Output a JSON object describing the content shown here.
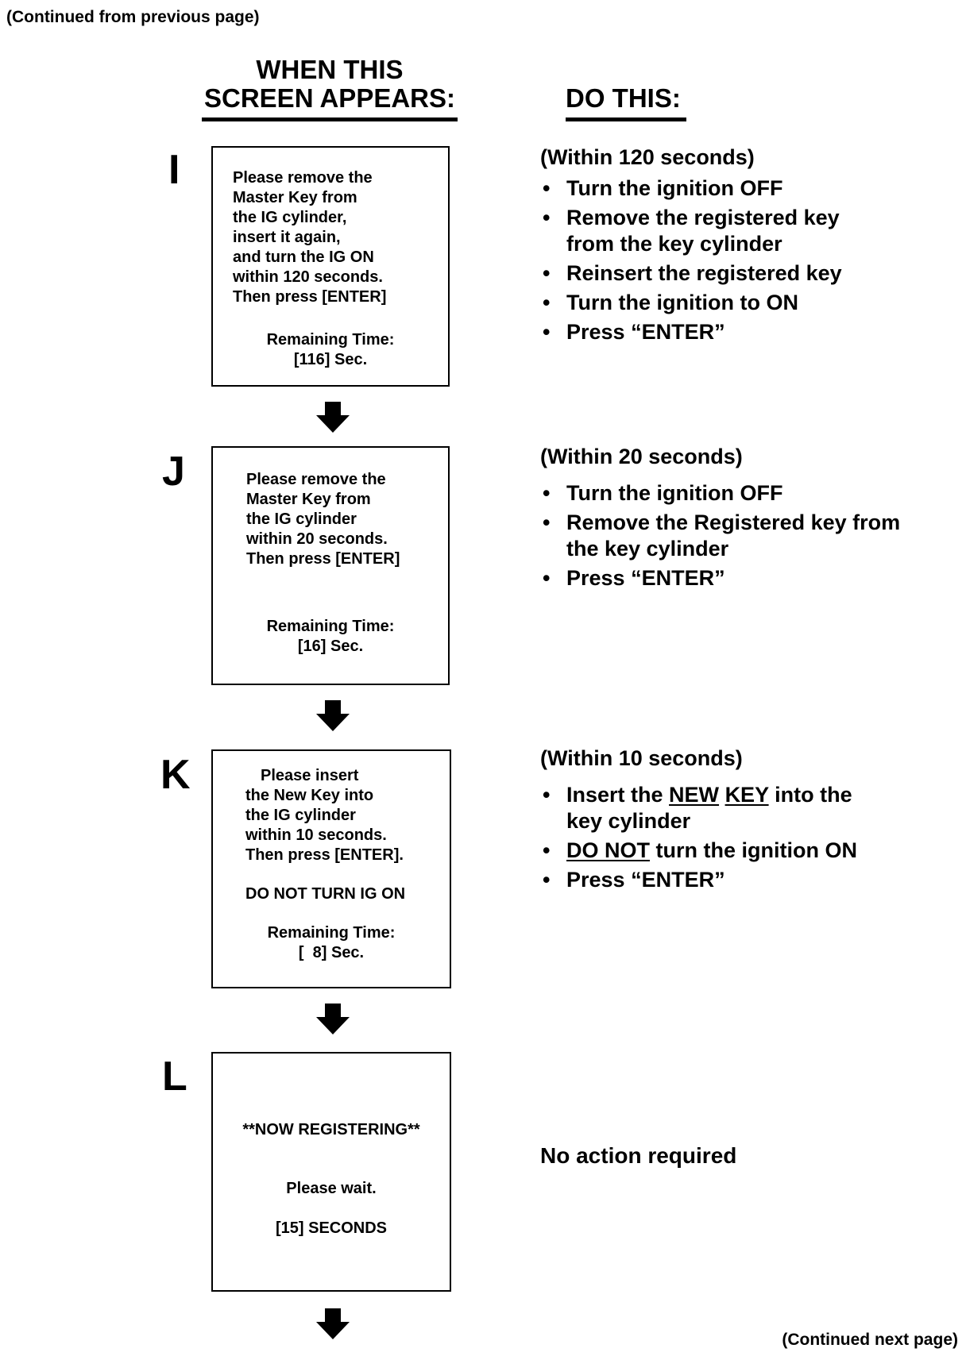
{
  "header_note": "(Continued from previous page)",
  "footer_note": "(Continued next page)",
  "headings": {
    "left_line1": "WHEN THIS",
    "left_line2": "SCREEN APPEARS:",
    "right": "DO THIS:"
  },
  "steps": [
    {
      "letter": "I",
      "screen_lines": "Please remove the\nMaster Key from\nthe IG cylinder,\ninsert it again,\nand turn the IG ON\nwithin 120 seconds.\nThen press [ENTER]",
      "remaining_label": "Remaining Time:",
      "remaining_value": "[116] Sec.",
      "timing": "(Within 120 seconds)",
      "actions": [
        "Turn the ignition OFF",
        "Remove the registered key",
        "Reinsert the registered key",
        "Turn the ignition to ON",
        "Press “ENTER”"
      ],
      "action_cont": "from the key cylinder"
    },
    {
      "letter": "J",
      "screen_lines": "Please remove the\nMaster Key from\nthe IG cylinder\nwithin 20 seconds.\nThen press [ENTER]",
      "remaining_label": "Remaining Time:",
      "remaining_value": "[16] Sec.",
      "timing": "(Within 20 seconds)",
      "actions": [
        "Turn the ignition OFF",
        "Remove the Registered key from",
        "Press “ENTER”"
      ],
      "action_cont": "the key cylinder"
    },
    {
      "letter": "K",
      "screen_line1": "Please insert",
      "screen_lines": "the New Key into\nthe IG cylinder\nwithin 10 seconds.\nThen press [ENTER].",
      "screen_warning": "DO NOT TURN IG ON",
      "remaining_label": "Remaining Time:",
      "remaining_value": "[  8] Sec.",
      "timing": "(Within 10 seconds)",
      "action1_pre": "Insert the",
      "action1_new": "NEW",
      "action1_key": "KEY",
      "action1_post": "into the",
      "action1_cont": "key cylinder",
      "action2_u": "DO NOT",
      "action2_rest": "turn the ignition ON",
      "action3": "Press “ENTER”"
    },
    {
      "letter": "L",
      "screen_status": "**NOW REGISTERING**",
      "screen_wait": "Please wait.",
      "screen_seconds": "[15] SECONDS",
      "action": "No action required"
    }
  ]
}
